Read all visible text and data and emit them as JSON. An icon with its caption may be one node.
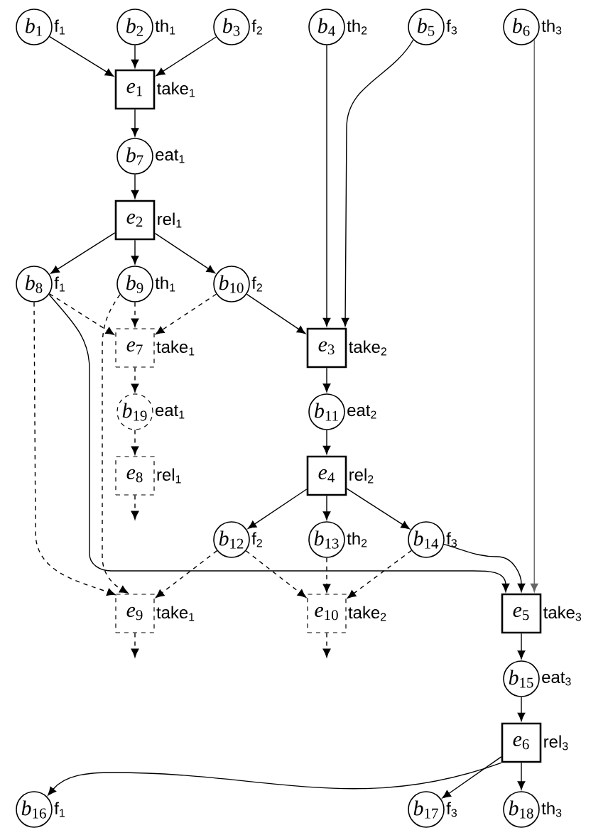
{
  "diagram": {
    "nodes": [
      {
        "text": [
          "*b*$_{1}$"
        ],
        "beside": [
          "f$_{1}$"
        ]
      },
      {
        "text": [
          "*b*$_{2}$"
        ],
        "beside": [
          "th$_{1}$"
        ]
      },
      {
        "text": [
          "*b*$_{3}$"
        ],
        "beside": [
          "f$_{2}$"
        ]
      },
      {
        "text": [
          "*b*$_{4}$"
        ],
        "beside": [
          "th$_{2}$"
        ]
      },
      {
        "text": [
          "*b*$_{5}$"
        ],
        "beside": [
          "f$_{3}$"
        ]
      },
      {
        "text": [
          "*b*$_{6}$"
        ],
        "beside": [
          "th$_{3}$"
        ]
      },
      {
        "text": [
          "*e*$_{1}$"
        ],
        "beside": [
          "take$_{1}$"
        ]
      },
      {
        "text": [
          "*b*$_{7}$"
        ],
        "beside": [
          "eat$_{1}$"
        ]
      },
      {
        "text": [
          "*e*$_{2}$"
        ],
        "beside": [
          "rel$_{1}$"
        ]
      },
      {
        "text": [
          "*b*$_{8}$"
        ],
        "beside": [
          "f$_{1}$"
        ]
      },
      {
        "text": [
          "*b*$_{9}$"
        ],
        "beside": [
          "th$_{1}$"
        ]
      },
      {
        "text": [
          "*b*$_{10}$"
        ],
        "beside": [
          "f$_{2}$"
        ]
      },
      {
        "text": [
          "*e*$_{7}$"
        ],
        "beside": [
          "take$_{1}$"
        ]
      },
      {
        "text": [
          "*e*$_{3}$"
        ],
        "beside": [
          "take$_{2}$"
        ]
      },
      {
        "text": [
          "*b*$_{19}$"
        ],
        "beside": [
          "eat$_{1}$"
        ]
      },
      {
        "text": [
          "*b*$_{11}$"
        ],
        "beside": [
          "eat$_{2}$"
        ]
      },
      {
        "text": [
          "*e*$_{8}$"
        ],
        "beside": [
          "rel$_{1}$"
        ]
      },
      {
        "text": [
          "*e*$_{4}$"
        ],
        "beside": [
          "rel$_{2}$"
        ]
      },
      {
        "text": [
          "*b*$_{12}$"
        ],
        "beside": [
          "f$_{2}$"
        ]
      },
      {
        "text": [
          "*b*$_{13}$"
        ],
        "beside": [
          "th$_{2}$"
        ]
      },
      {
        "text": [
          "*b*$_{14}$"
        ],
        "beside": [
          "f$_{3}$"
        ]
      },
      {
        "text": [
          "*e*$_{9}$"
        ],
        "beside": [
          "take$_{1}$"
        ]
      },
      {
        "text": [
          "*e*$_{10}$"
        ],
        "beside": [
          "take$_{2}$"
        ]
      },
      {
        "text": [
          "*e*$_{5}$"
        ],
        "beside": [
          "take$_{3}$"
        ]
      },
      {
        "text": [
          "*b*$_{15}$"
        ],
        "beside": [
          "eat$_{3}$"
        ]
      },
      {
        "text": [
          "*e*$_{6}$"
        ],
        "beside": [
          "rel$_{3}$"
        ]
      },
      {
        "text": [
          "*b*$_{16}$"
        ],
        "beside": [
          "f$_{1}$"
        ]
      },
      {
        "text": [
          "*b*$_{17}$"
        ],
        "beside": [
          "f$_{3}$"
        ]
      },
      {
        "text": [
          "*b*$_{18}$"
        ],
        "beside": [
          "th$_{3}$"
        ]
      }
    ],
    "edges": [
      {
        "from": 0,
        "to": 6,
        "arrow": "to"
      },
      {
        "from": 1,
        "to": 6,
        "arrow": "to"
      },
      {
        "from": 2,
        "to": 6,
        "arrow": "to"
      },
      {
        "from": 6,
        "to": 7,
        "arrow": "to"
      },
      {
        "from": 7,
        "to": 8,
        "arrow": "to"
      },
      {
        "from": 8,
        "to": 9,
        "arrow": "to"
      },
      {
        "from": 8,
        "to": 10,
        "arrow": "to"
      },
      {
        "from": 8,
        "to": 11,
        "arrow": "to"
      },
      {
        "from": 3,
        "to": 13,
        "arrow": "to"
      },
      {
        "from": 4,
        "to": 13,
        "arrow": "to"
      },
      {
        "from": 11,
        "to": 13,
        "arrow": "to"
      },
      {
        "from": 9,
        "to": 12,
        "arrow": "to",
        "style": "dashed"
      },
      {
        "from": 10,
        "to": 12,
        "arrow": "to",
        "style": "dashed"
      },
      {
        "from": 11,
        "to": 12,
        "arrow": "to",
        "style": "dashed"
      },
      {
        "from": 12,
        "to": 14,
        "arrow": "to",
        "style": "dashed"
      },
      {
        "from": 14,
        "to": 16,
        "arrow": "to",
        "style": "dashed"
      },
      {
        "from": 16,
        "to": null,
        "arrow": "to",
        "style": "dashed"
      },
      {
        "from": 13,
        "to": 15,
        "arrow": "to"
      },
      {
        "from": 15,
        "to": 17,
        "arrow": "to"
      },
      {
        "from": 17,
        "to": 18,
        "arrow": "to"
      },
      {
        "from": 17,
        "to": 19,
        "arrow": "to"
      },
      {
        "from": 17,
        "to": 20,
        "arrow": "to"
      },
      {
        "from": 9,
        "to": 21,
        "arrow": "to",
        "style": "dashed"
      },
      {
        "from": 10,
        "to": 21,
        "arrow": "to",
        "style": "dashed"
      },
      {
        "from": 18,
        "to": 21,
        "arrow": "to",
        "style": "dashed"
      },
      {
        "from": 18,
        "to": 22,
        "arrow": "to",
        "style": "dashed"
      },
      {
        "from": 19,
        "to": 22,
        "arrow": "to",
        "style": "dashed"
      },
      {
        "from": 20,
        "to": 22,
        "arrow": "to",
        "style": "dashed"
      },
      {
        "from": 21,
        "to": null,
        "arrow": "to",
        "style": "dashed"
      },
      {
        "from": 22,
        "to": null,
        "arrow": "to",
        "style": "dashed"
      },
      {
        "from": 9,
        "to": 23,
        "arrow": "to"
      },
      {
        "from": 20,
        "to": 23,
        "arrow": "to"
      },
      {
        "from": 5,
        "to": 23,
        "arrow": "to",
        "color": "#666666"
      },
      {
        "from": 23,
        "to": 24,
        "arrow": "to"
      },
      {
        "from": 24,
        "to": 25,
        "arrow": "to"
      },
      {
        "from": 25,
        "to": 26,
        "arrow": "to"
      },
      {
        "from": 25,
        "to": 27,
        "arrow": "to"
      },
      {
        "from": 25,
        "to": 28,
        "arrow": "to"
      }
    ]
  }
}
